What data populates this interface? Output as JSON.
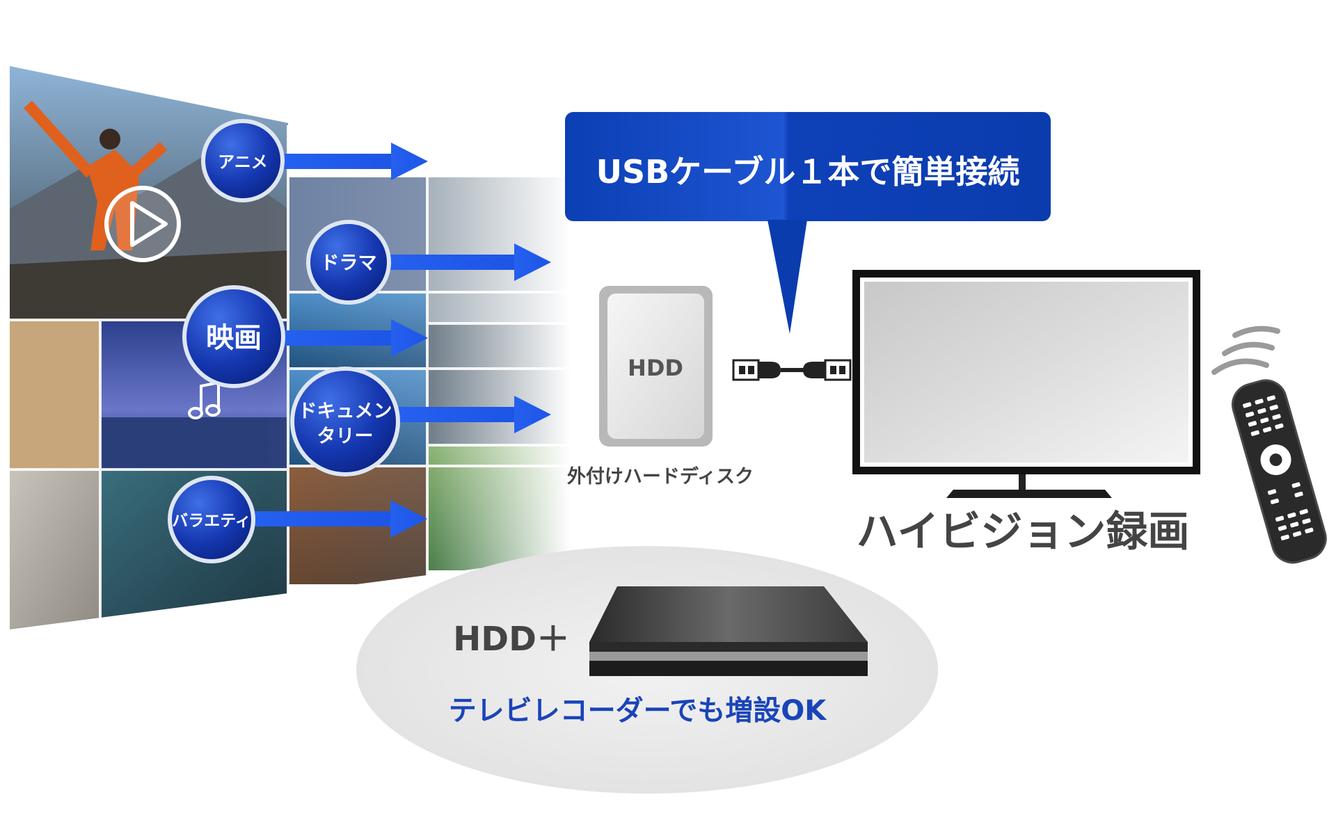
{
  "genres": {
    "anime": "アニメ",
    "drama": "ドラマ",
    "movie": "映画",
    "documentary_line1": "ドキュメン",
    "documentary_line2": "タリー",
    "variety": "バラエティ"
  },
  "callout": {
    "text": "USBケーブル１本で簡単接続"
  },
  "hdd": {
    "label": "HDD",
    "caption": "外付けハードディスク"
  },
  "tv": {
    "caption": "ハイビジョン録画"
  },
  "recorder": {
    "prefix": "HDD＋",
    "caption": "テレビレコーダーでも増設OK"
  },
  "colors": {
    "accent_blue": "#0b3fb4",
    "arrow_blue": "#1f5ff0",
    "caption_blue": "#1a44b8",
    "caption_gray": "#444444"
  },
  "icons": [
    "play-icon",
    "music-note-icon",
    "usb-plug-icon",
    "wifi-signal-icon",
    "remote-control-icon"
  ]
}
